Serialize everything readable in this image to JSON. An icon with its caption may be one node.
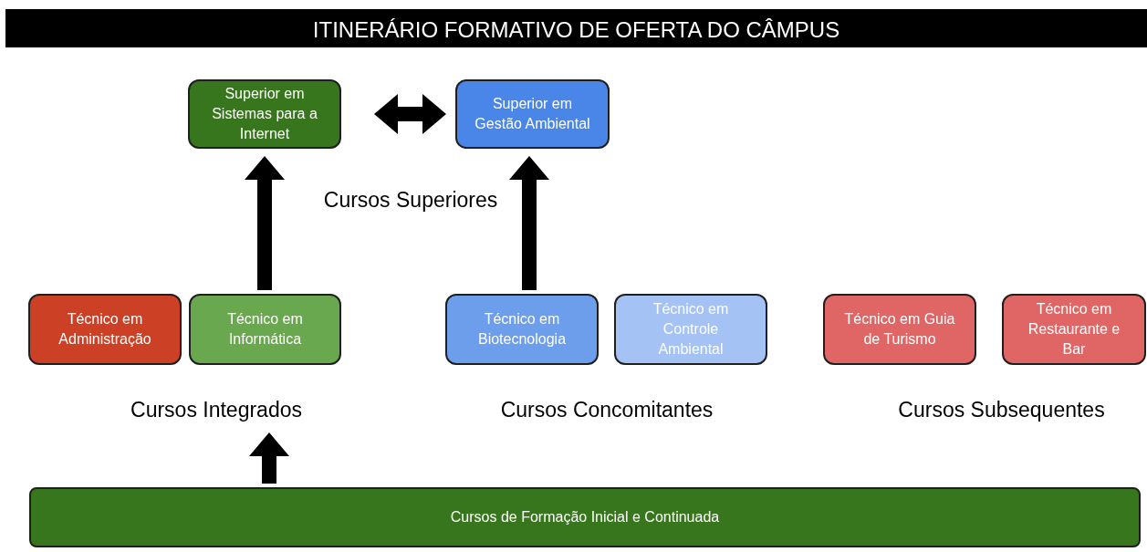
{
  "diagram": {
    "title": "ITINERÁRIO FORMATIVO DE OFERTA DO CÂMPUS",
    "nodes": [
      {
        "text": [
          "Superior em Sistemas para a Internet"
        ]
      },
      {
        "text": [
          "Superior em Gestão Ambiental"
        ]
      },
      {
        "text": [
          "Técnico em Administração"
        ]
      },
      {
        "text": [
          "Técnico em Informática"
        ]
      },
      {
        "text": [
          "Técnico em Biotecnologia"
        ]
      },
      {
        "text": [
          "Técnico em Controle Ambiental"
        ]
      },
      {
        "text": [
          "Técnico em Guia de Turismo"
        ]
      },
      {
        "text": [
          "Técnico em Restaurante e Bar"
        ]
      },
      {
        "text": [
          "Cursos Integrados"
        ]
      },
      {
        "text": [
          "Cursos de Formação Inicial e Continuada"
        ]
      }
    ],
    "edges": [
      {
        "from": 0,
        "to": 1,
        "arrow": "both"
      },
      {
        "from": 3,
        "to": 0,
        "arrow": "to"
      },
      {
        "from": 4,
        "to": 1,
        "arrow": "to"
      },
      {
        "from": 9,
        "to": 8,
        "arrow": "to"
      }
    ],
    "labels": [
      "Cursos Superiores",
      "Cursos Concomitantes",
      "Cursos Subsequentes"
    ]
  }
}
